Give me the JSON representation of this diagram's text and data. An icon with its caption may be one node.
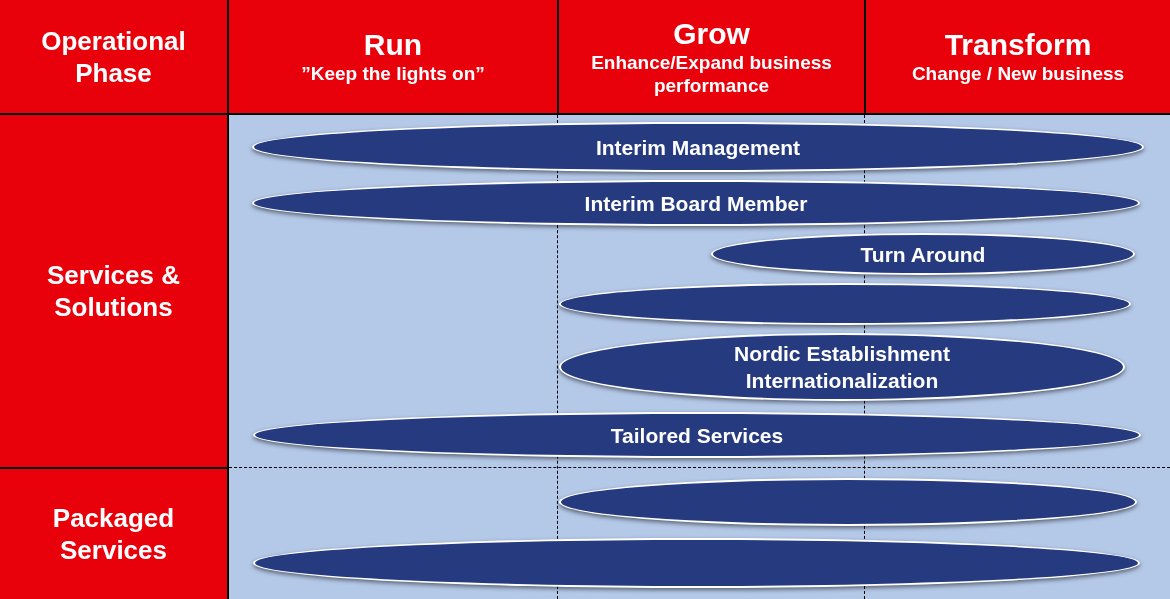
{
  "diagram": {
    "nodes": [
      {
        "text": [
          "Operational Phase"
        ]
      },
      {
        "text": [
          "Run",
          "”Keep the lights on”"
        ]
      },
      {
        "text": [
          "Grow",
          "Enhance/Expand business performance"
        ]
      },
      {
        "text": [
          "Transform",
          "Change / New business"
        ]
      },
      {
        "text": [
          "Services & Solutions"
        ]
      },
      {
        "text": [
          "Interim Management"
        ]
      },
      {
        "text": [
          "Interim Board Member"
        ]
      },
      {
        "text": [
          "Turn Around"
        ]
      },
      {
        "text": [],
        "shape": "ellipse"
      },
      {
        "text": [
          "Nordic Establishment Internationalization"
        ]
      },
      {
        "text": [
          "Tailored Services"
        ]
      },
      {
        "text": [
          "Packaged Services"
        ]
      },
      {
        "text": [],
        "shape": "ellipse"
      },
      {
        "text": [],
        "shape": "ellipse"
      }
    ]
  }
}
